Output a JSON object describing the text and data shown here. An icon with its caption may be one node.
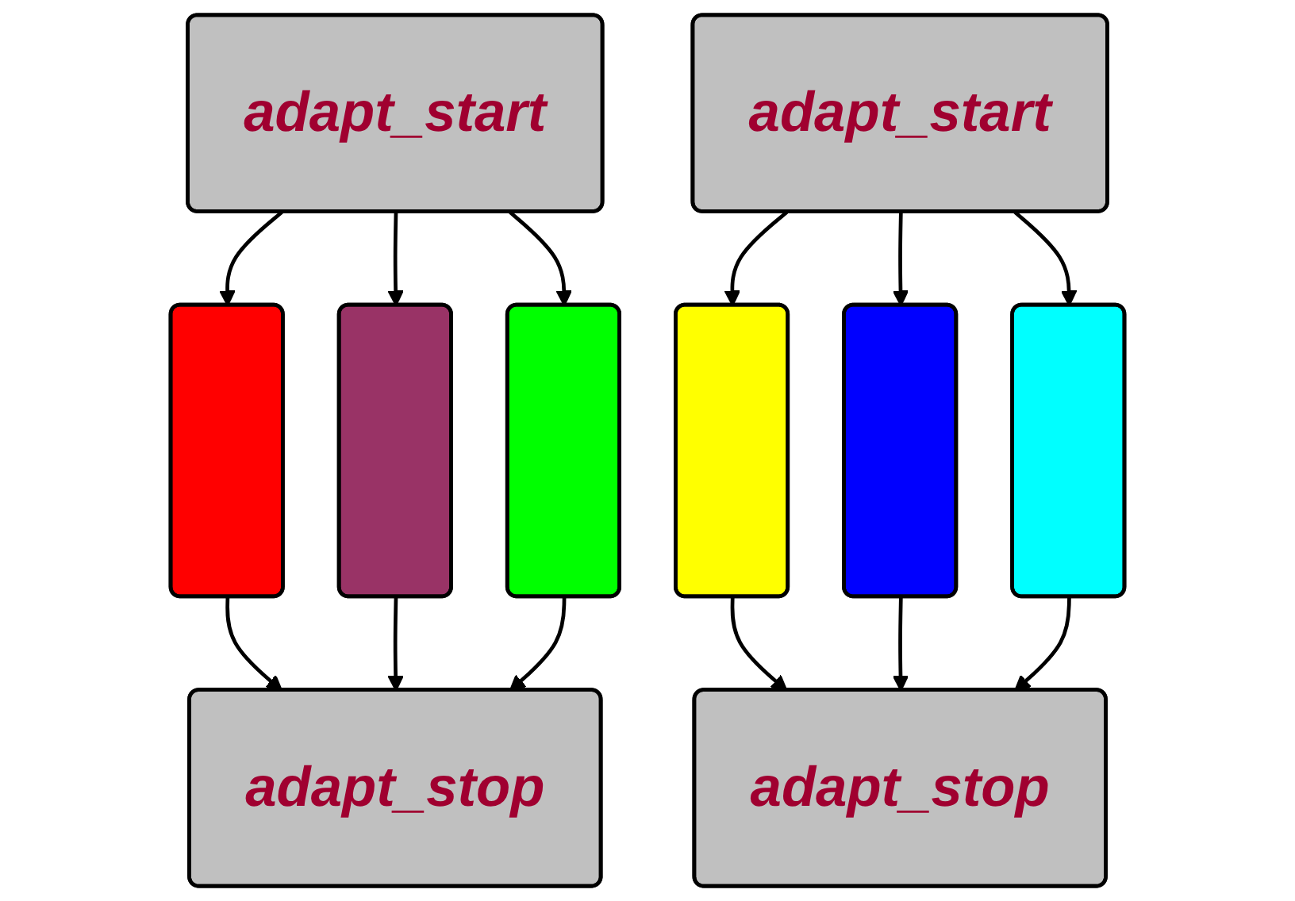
{
  "diagram": {
    "nodes": [
      {
        "text": [
          "adapt_start"
        ]
      },
      {
        "text": [],
        "shape": "box"
      },
      {
        "text": [],
        "shape": "box"
      },
      {
        "text": [],
        "shape": "box"
      },
      {
        "text": [
          "adapt_stop"
        ]
      },
      {
        "text": [
          "adapt_start"
        ]
      },
      {
        "text": [],
        "shape": "box"
      },
      {
        "text": [],
        "shape": "box"
      },
      {
        "text": [],
        "shape": "box"
      },
      {
        "text": [
          "adapt_stop"
        ]
      }
    ],
    "edges": [
      {
        "from": 0,
        "to": 1,
        "arrow": "to"
      },
      {
        "from": 0,
        "to": 2,
        "arrow": "to"
      },
      {
        "from": 0,
        "to": 3,
        "arrow": "to"
      },
      {
        "from": 1,
        "to": 4,
        "arrow": "to"
      },
      {
        "from": 2,
        "to": 4,
        "arrow": "to"
      },
      {
        "from": 3,
        "to": 4,
        "arrow": "to"
      },
      {
        "from": 5,
        "to": 6,
        "arrow": "to"
      },
      {
        "from": 5,
        "to": 7,
        "arrow": "to"
      },
      {
        "from": 5,
        "to": 8,
        "arrow": "to"
      },
      {
        "from": 6,
        "to": 9,
        "arrow": "to"
      },
      {
        "from": 7,
        "to": 9,
        "arrow": "to"
      },
      {
        "from": 8,
        "to": 9,
        "arrow": "to"
      }
    ]
  }
}
